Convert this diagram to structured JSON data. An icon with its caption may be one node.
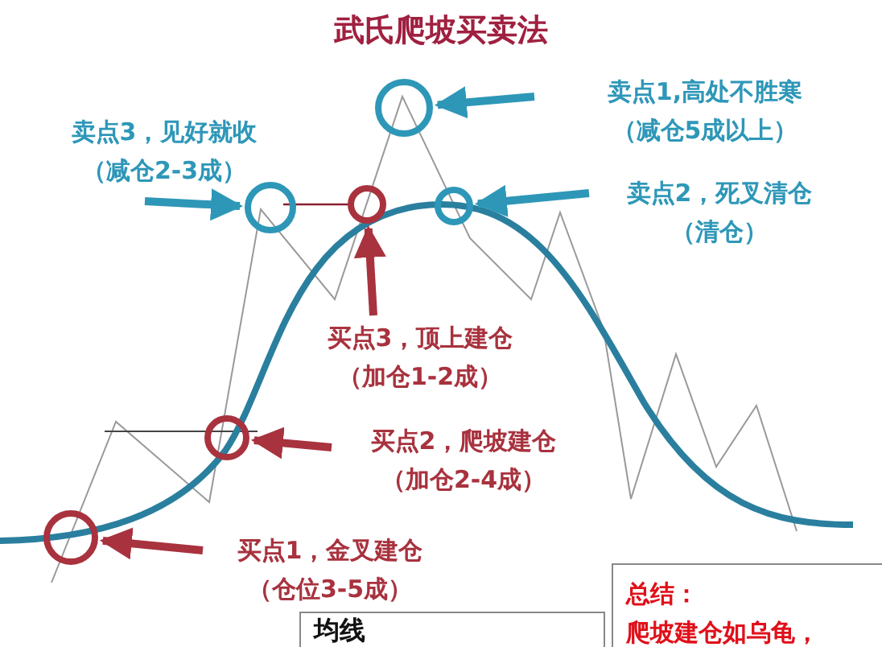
{
  "diagram": {
    "title": "武氏爬坡买卖法",
    "nodes": [
      {
        "text": [],
        "shape": "circle"
      },
      {
        "text": [],
        "shape": "circle"
      },
      {
        "text": [],
        "shape": "circle"
      },
      {
        "text": [],
        "shape": "circle"
      },
      {
        "text": [],
        "shape": "circle"
      },
      {
        "text": [],
        "shape": "circle"
      },
      {
        "text": [
          "卖点1,高处不胜寒",
          "（减仓5成以上）"
        ]
      },
      {
        "text": [
          "卖点3，见好就收",
          "（减仓2-3成）"
        ]
      },
      {
        "text": [
          "卖点2，死叉清仓",
          "（清仓）"
        ]
      },
      {
        "text": [
          "买点3，顶上建仓",
          "（加仓1-2成）"
        ]
      },
      {
        "text": [
          "买点2，爬坡建仓",
          "（加仓2-4成）"
        ]
      },
      {
        "text": [
          "买点1，金叉建仓",
          "（仓位3-5成）"
        ]
      },
      {
        "text": [
          "总结：",
          "爬坡建仓如乌龟，"
        ]
      },
      {
        "text": [
          "均线"
        ]
      }
    ],
    "edges": [
      {
        "from": 6,
        "to": 4,
        "arrow": "to",
        "color": "#2e97b8"
      },
      {
        "from": 7,
        "to": 2,
        "arrow": "to",
        "color": "#2e97b8"
      },
      {
        "from": 8,
        "to": 5,
        "arrow": "to",
        "color": "#2e97b8"
      },
      {
        "from": 9,
        "to": 3,
        "arrow": "to",
        "color": "#a8323e"
      },
      {
        "from": 10,
        "to": 1,
        "arrow": "to",
        "color": "#a8323e"
      },
      {
        "from": 11,
        "to": 0,
        "arrow": "to",
        "color": "#a8323e"
      }
    ]
  }
}
